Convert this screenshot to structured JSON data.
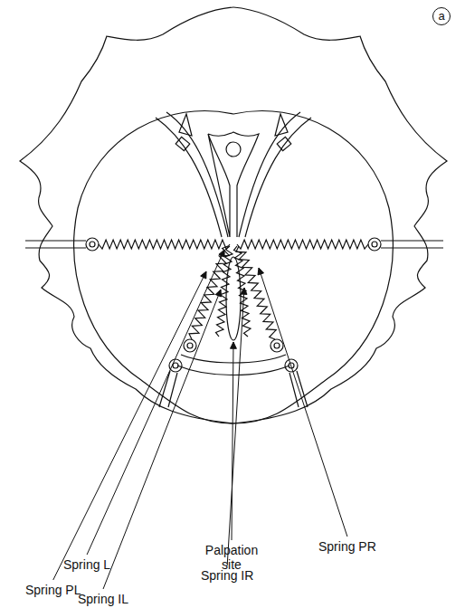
{
  "diagram": {
    "labels": [
      "a",
      "Spring L",
      "Palpation site",
      "Spring PL",
      "Spring IL",
      "Spring IR",
      "Spring PR"
    ]
  }
}
